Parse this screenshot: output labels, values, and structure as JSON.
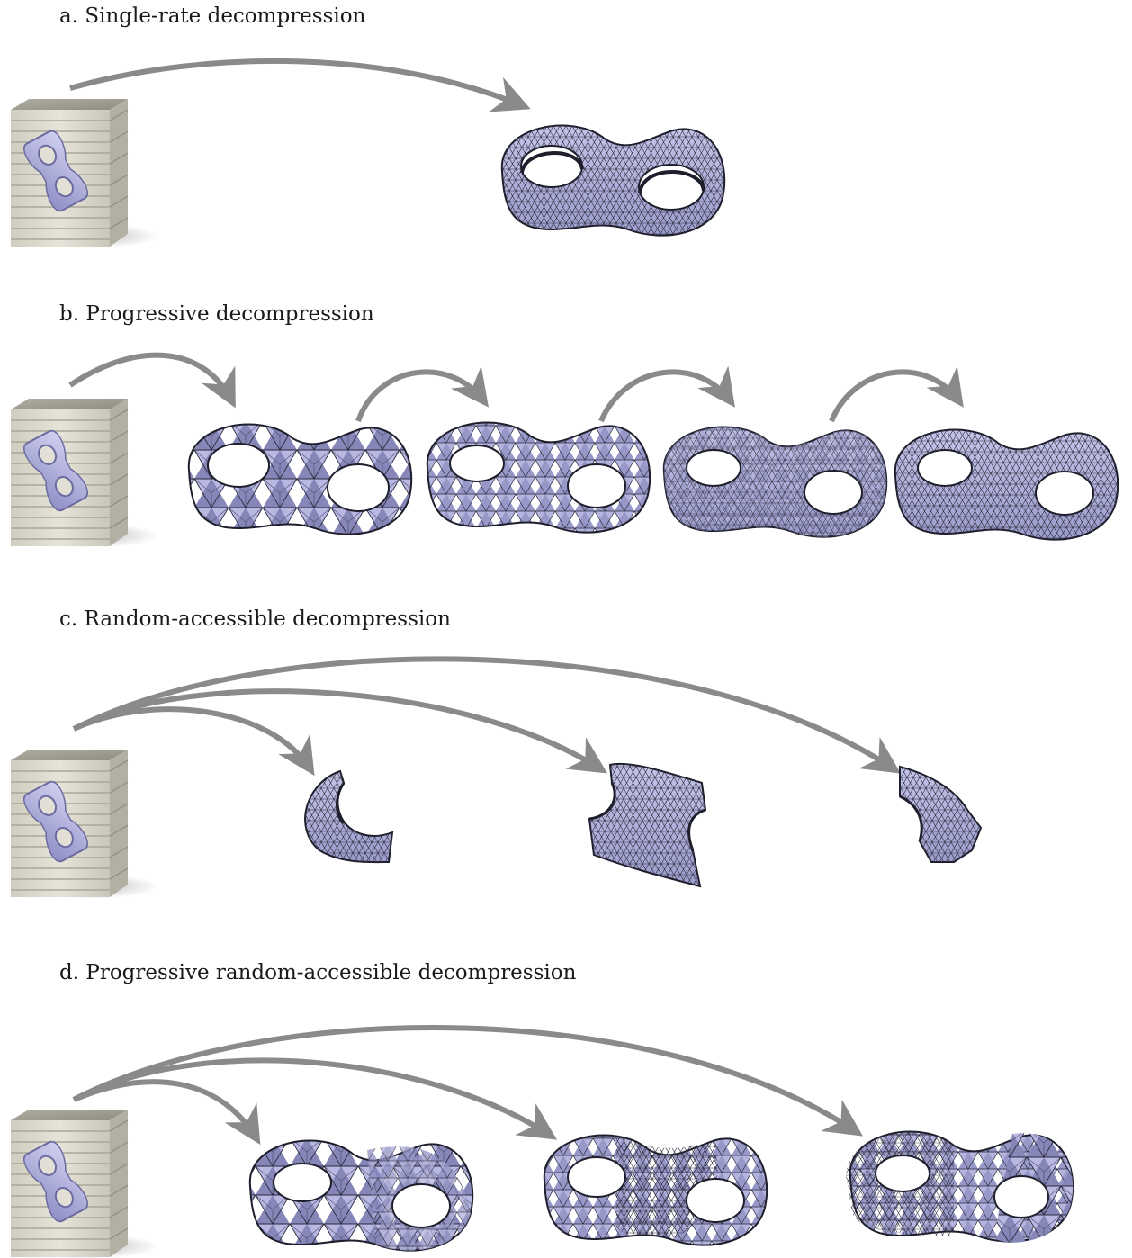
{
  "panels": {
    "a": {
      "caption": "a. Single-rate decompression"
    },
    "b": {
      "caption": "b. Progressive decompression"
    },
    "c": {
      "caption": "c. Random-accessible decompression"
    },
    "d": {
      "caption": "d. Progressive random-accessible decompression"
    }
  },
  "colors": {
    "arrow": "#8a8a8a",
    "mesh_fill": "#b4b4dc",
    "mesh_dark": "#6c6c98",
    "mesh_edge": "#2a2a3c",
    "box_face": "#d9d6cb",
    "box_side": "#b8b5a8",
    "box_top": "#9e9b90"
  }
}
